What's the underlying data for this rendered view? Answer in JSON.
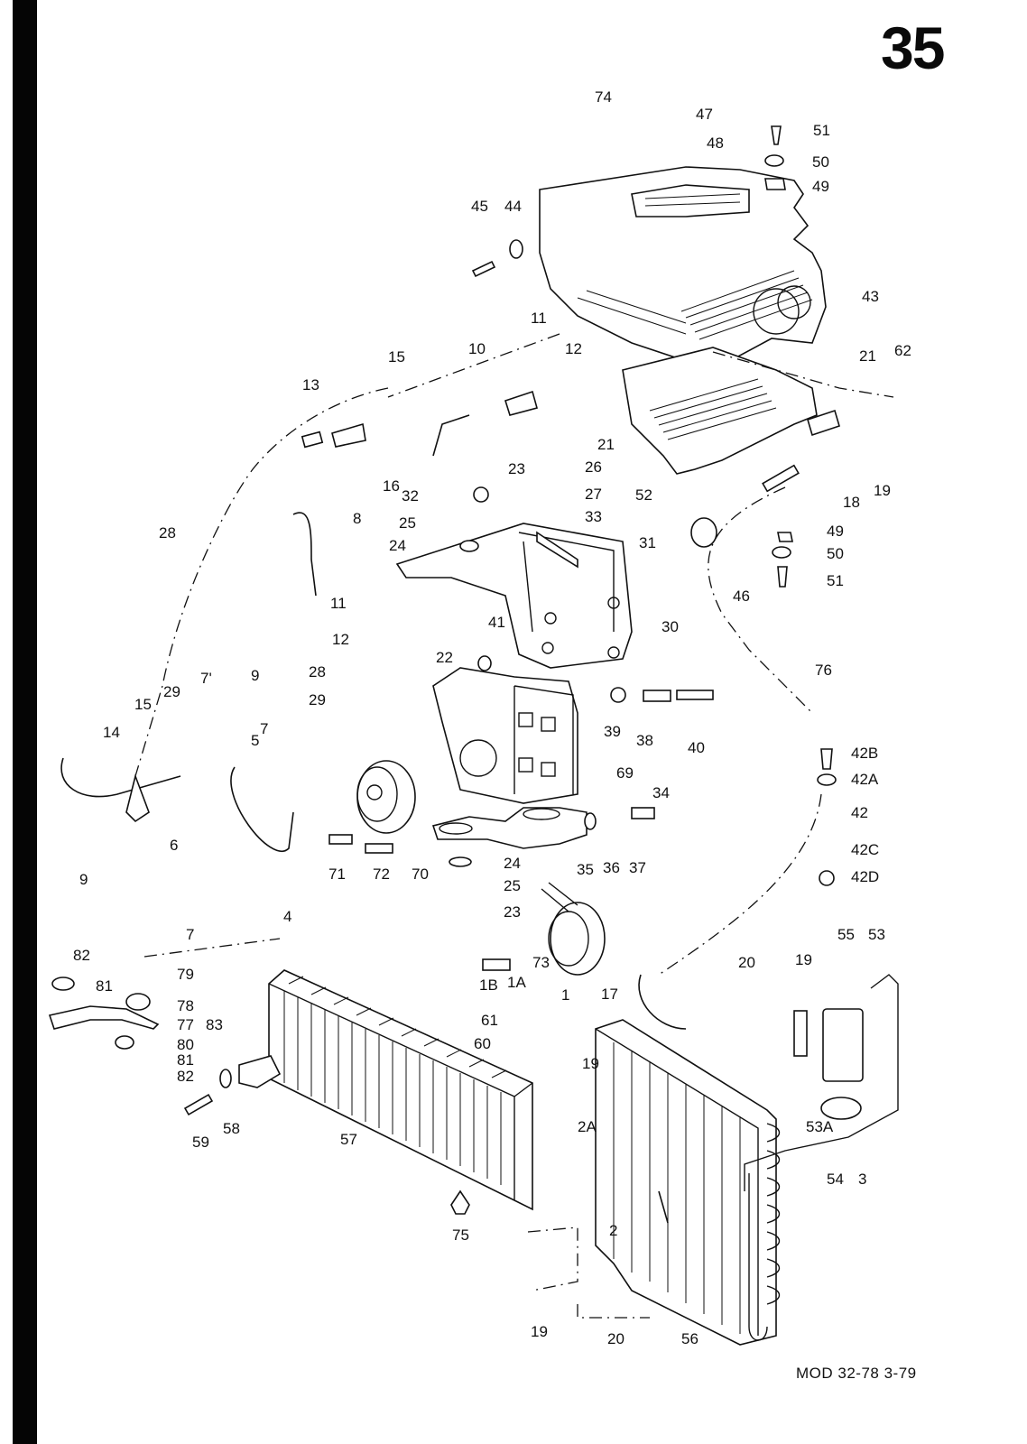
{
  "page": {
    "number": "35",
    "footer": "MOD 32-78  3-79",
    "title": "Air conditioning system exploded parts diagram"
  },
  "callouts": [
    {
      "id": "74",
      "text": "74"
    },
    {
      "id": "47",
      "text": "47"
    },
    {
      "id": "48",
      "text": "48"
    },
    {
      "id": "51a",
      "text": "51"
    },
    {
      "id": "50a",
      "text": "50"
    },
    {
      "id": "49a",
      "text": "49"
    },
    {
      "id": "45",
      "text": "45"
    },
    {
      "id": "44",
      "text": "44"
    },
    {
      "id": "43",
      "text": "43"
    },
    {
      "id": "21a",
      "text": "21"
    },
    {
      "id": "62",
      "text": "62"
    },
    {
      "id": "11a",
      "text": "11"
    },
    {
      "id": "10",
      "text": "10"
    },
    {
      "id": "12a",
      "text": "12"
    },
    {
      "id": "15a",
      "text": "15"
    },
    {
      "id": "13",
      "text": "13"
    },
    {
      "id": "16",
      "text": "16"
    },
    {
      "id": "21b",
      "text": "21"
    },
    {
      "id": "52",
      "text": "52"
    },
    {
      "id": "19a",
      "text": "19"
    },
    {
      "id": "18",
      "text": "18"
    },
    {
      "id": "23a",
      "text": "23"
    },
    {
      "id": "26",
      "text": "26"
    },
    {
      "id": "32",
      "text": "32"
    },
    {
      "id": "27",
      "text": "27"
    },
    {
      "id": "25a",
      "text": "25"
    },
    {
      "id": "33",
      "text": "33"
    },
    {
      "id": "24a",
      "text": "24"
    },
    {
      "id": "31",
      "text": "31"
    },
    {
      "id": "8",
      "text": "8"
    },
    {
      "id": "28a",
      "text": "28"
    },
    {
      "id": "49b",
      "text": "49"
    },
    {
      "id": "50b",
      "text": "50"
    },
    {
      "id": "51b",
      "text": "51"
    },
    {
      "id": "46",
      "text": "46"
    },
    {
      "id": "11b",
      "text": "11"
    },
    {
      "id": "30",
      "text": "30"
    },
    {
      "id": "41",
      "text": "41"
    },
    {
      "id": "12b",
      "text": "12"
    },
    {
      "id": "22",
      "text": "22"
    },
    {
      "id": "28b",
      "text": "28"
    },
    {
      "id": "7a",
      "text": "7'"
    },
    {
      "id": "9a",
      "text": "9"
    },
    {
      "id": "15b",
      "text": "15"
    },
    {
      "id": "14",
      "text": "14"
    },
    {
      "id": "29a",
      "text": "29"
    },
    {
      "id": "29b",
      "text": "29"
    },
    {
      "id": "76",
      "text": "76"
    },
    {
      "id": "39",
      "text": "39"
    },
    {
      "id": "38",
      "text": "38"
    },
    {
      "id": "40",
      "text": "40"
    },
    {
      "id": "7b",
      "text": "7"
    },
    {
      "id": "5",
      "text": "5"
    },
    {
      "id": "69",
      "text": "69"
    },
    {
      "id": "42B",
      "text": "42B"
    },
    {
      "id": "42A",
      "text": "42A"
    },
    {
      "id": "42",
      "text": "42"
    },
    {
      "id": "42C",
      "text": "42C"
    },
    {
      "id": "42D",
      "text": "42D"
    },
    {
      "id": "34",
      "text": "34"
    },
    {
      "id": "35",
      "text": "35"
    },
    {
      "id": "36",
      "text": "36"
    },
    {
      "id": "37",
      "text": "37"
    },
    {
      "id": "6",
      "text": "6"
    },
    {
      "id": "9b",
      "text": "9"
    },
    {
      "id": "71",
      "text": "71"
    },
    {
      "id": "72",
      "text": "72"
    },
    {
      "id": "70",
      "text": "70"
    },
    {
      "id": "4",
      "text": "4"
    },
    {
      "id": "24b",
      "text": "24"
    },
    {
      "id": "25b",
      "text": "25"
    },
    {
      "id": "23b",
      "text": "23"
    },
    {
      "id": "7c",
      "text": "7"
    },
    {
      "id": "82a",
      "text": "82"
    },
    {
      "id": "81a",
      "text": "81"
    },
    {
      "id": "79",
      "text": "79"
    },
    {
      "id": "78",
      "text": "78"
    },
    {
      "id": "77",
      "text": "77"
    },
    {
      "id": "83",
      "text": "83"
    },
    {
      "id": "80",
      "text": "80"
    },
    {
      "id": "81b",
      "text": "81"
    },
    {
      "id": "82b",
      "text": "82"
    },
    {
      "id": "1B",
      "text": "1B"
    },
    {
      "id": "1A",
      "text": "1A"
    },
    {
      "id": "73",
      "text": "73"
    },
    {
      "id": "1",
      "text": "1"
    },
    {
      "id": "17",
      "text": "17"
    },
    {
      "id": "20a",
      "text": "20"
    },
    {
      "id": "19b",
      "text": "19"
    },
    {
      "id": "55",
      "text": "55"
    },
    {
      "id": "53",
      "text": "53"
    },
    {
      "id": "61",
      "text": "61"
    },
    {
      "id": "60",
      "text": "60"
    },
    {
      "id": "19c",
      "text": "19"
    },
    {
      "id": "2A",
      "text": "2A"
    },
    {
      "id": "53A",
      "text": "53A"
    },
    {
      "id": "59",
      "text": "59"
    },
    {
      "id": "58",
      "text": "58"
    },
    {
      "id": "57",
      "text": "57"
    },
    {
      "id": "54",
      "text": "54"
    },
    {
      "id": "3",
      "text": "3"
    },
    {
      "id": "75",
      "text": "75"
    },
    {
      "id": "2",
      "text": "2"
    },
    {
      "id": "19d",
      "text": "19"
    },
    {
      "id": "20b",
      "text": "20"
    },
    {
      "id": "56",
      "text": "56"
    }
  ]
}
